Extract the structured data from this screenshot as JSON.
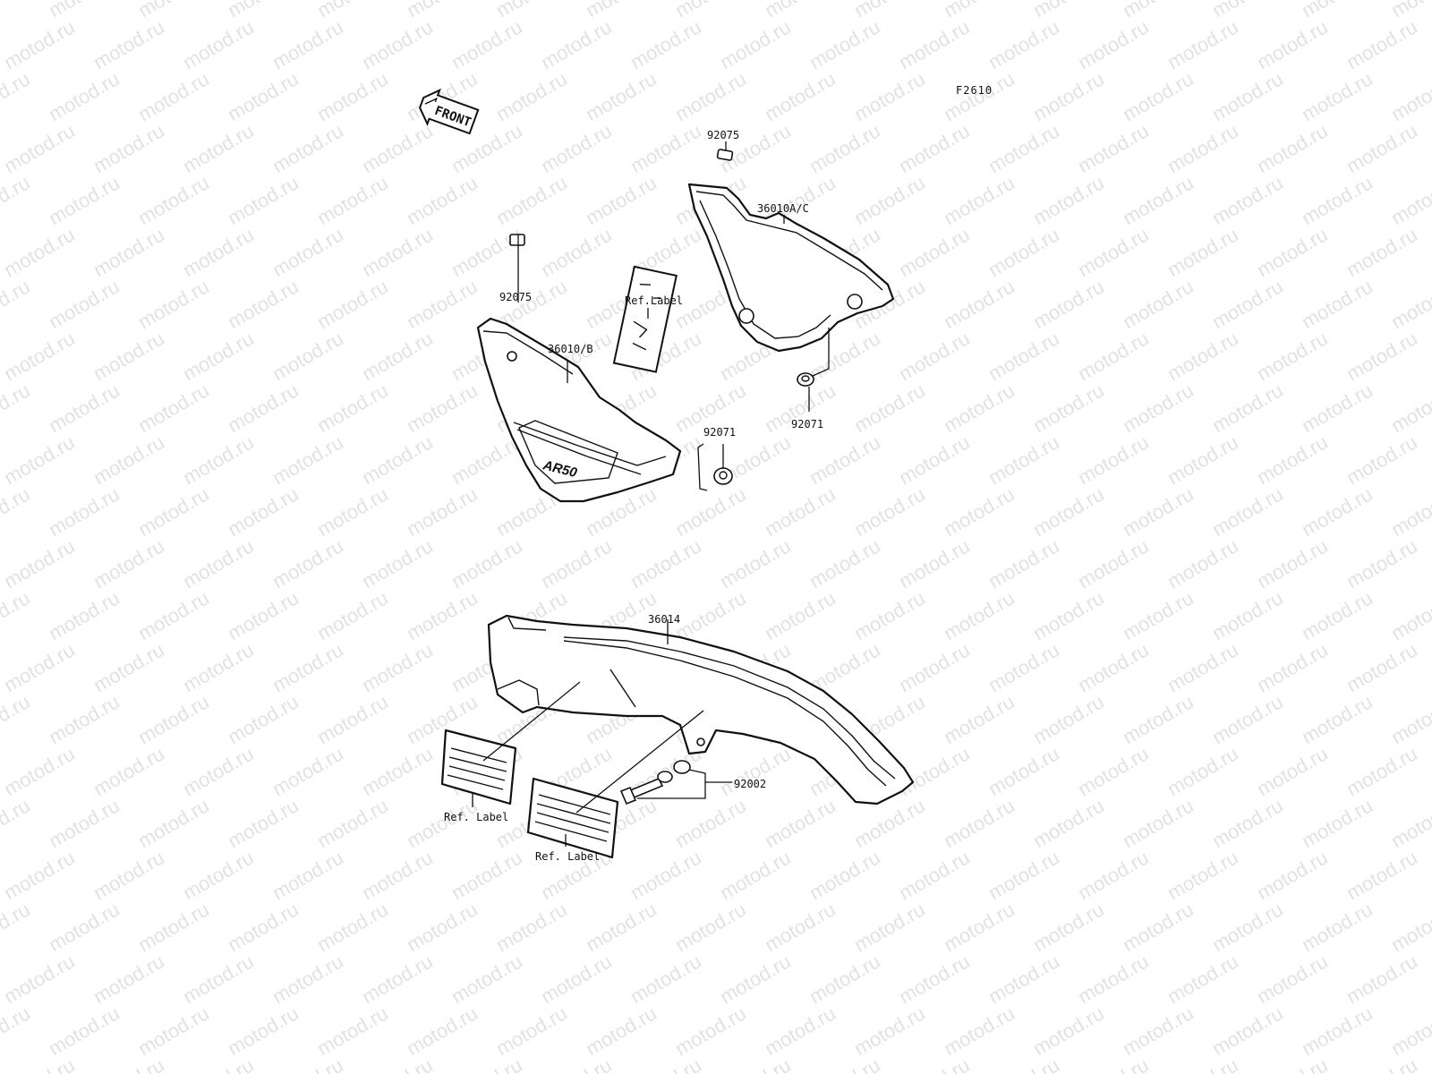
{
  "watermark": {
    "text": "motod.ru"
  },
  "figure_code": "F2610",
  "front_marker": {
    "text": "FRONT"
  },
  "callouts": [
    {
      "id": "c1",
      "text": "92075"
    },
    {
      "id": "c2",
      "text": "36010A/C"
    },
    {
      "id": "c3",
      "text": "92075"
    },
    {
      "id": "c4",
      "text": "Ref.Label"
    },
    {
      "id": "c5",
      "text": "36010/B"
    },
    {
      "id": "c6",
      "text": "92071"
    },
    {
      "id": "c7",
      "text": "92071"
    },
    {
      "id": "c8",
      "text": "36014"
    },
    {
      "id": "c9",
      "text": "92002"
    },
    {
      "id": "c10",
      "text": "Ref. Label"
    },
    {
      "id": "c11",
      "text": "Ref. Label"
    }
  ],
  "decal": {
    "logo_text": "AR50"
  }
}
